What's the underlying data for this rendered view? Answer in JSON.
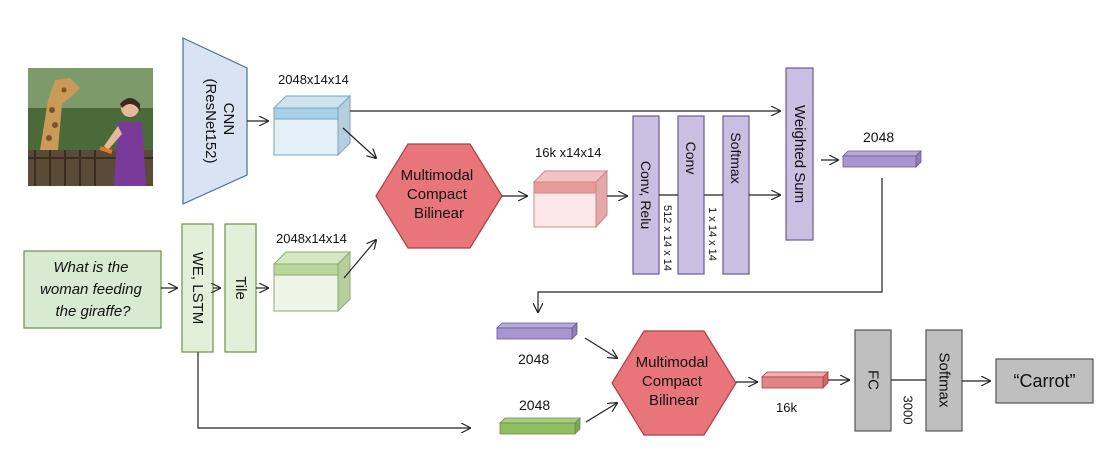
{
  "input_image": {
    "icon": "giraffe-photo"
  },
  "question": [
    "What is the",
    "woman feeding",
    "the giraffe?"
  ],
  "cnn": {
    "line1": "CNN",
    "line2": "(ResNet152)"
  },
  "text_encoder": "WE, LSTM",
  "tile": "Tile",
  "feature_dims": {
    "image": "2048x14x14",
    "text_tiled": "2048x14x14",
    "mcb1_out": "16k x14x14",
    "weighted": "2048",
    "attended_img": "2048",
    "text_vec": "2048",
    "mcb2_out": "16k",
    "fc_out": "3000"
  },
  "mcb": [
    "Multimodal",
    "Compact",
    "Bilinear"
  ],
  "attention": {
    "conv_relu": "Conv, Relu",
    "conv_relu_dim": "512 x 14 x 14",
    "conv": "Conv",
    "conv_dim": "1 x 14 x 14",
    "softmax": "Softmax"
  },
  "weighted_sum": "Weighted Sum",
  "fc": "FC",
  "softmax2": "Softmax",
  "answer": "“Carrot”",
  "colors": {
    "cnn_fill": "#dae3f3",
    "lstm_fill": "#e2efd9",
    "question_fill": "#d9ead3",
    "mcb_fill": "#e8757a",
    "purple_fill": "#c9bfe0",
    "gray_fill": "#bfbfbf"
  }
}
